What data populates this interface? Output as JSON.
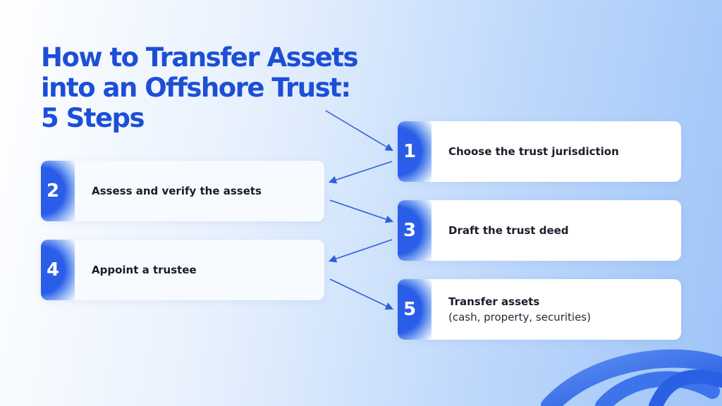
{
  "title_lines": [
    "How to Transfer Assets",
    "into an Offshore Trust:",
    "5 Steps"
  ],
  "steps": [
    {
      "number": "1",
      "text": "Choose the trust jurisdiction",
      "subtext": ""
    },
    {
      "number": "2",
      "text": "Assess and verify the assets",
      "subtext": ""
    },
    {
      "number": "3",
      "text": "Draft the trust deed",
      "subtext": ""
    },
    {
      "number": "4",
      "text": "Appoint a trustee",
      "subtext": ""
    },
    {
      "number": "5",
      "text": "Transfer assets",
      "subtext": "(cash, property, securities)"
    }
  ],
  "colors": {
    "accent": "#1d4fd6",
    "arrow": "#2f5fd8"
  }
}
